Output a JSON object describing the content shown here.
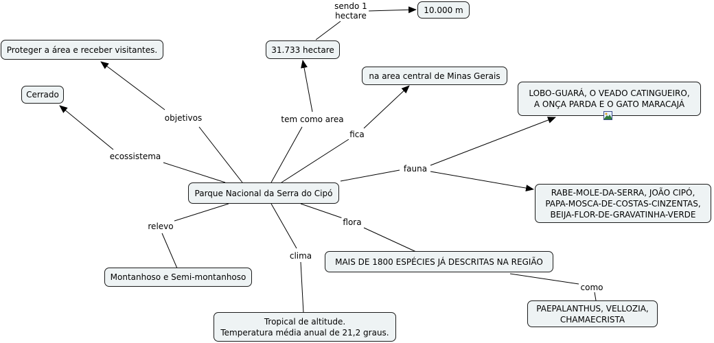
{
  "concepts": {
    "center": "Parque Nacional da Serra do Cipó",
    "cerrado": "Cerrado",
    "proteger": "Proteger a área e receber visitantes.",
    "area": "31.733 hectare",
    "metros": "10.000 m",
    "minas": "na area central de Minas Gerais",
    "fauna1": "LOBO-GUARÁ, O VEADO CATINGUEIRO,\nA ONÇA PARDA E O GATO MARACAJÁ",
    "fauna2": "RABE-MOLE-DA-SERRA, JOÃO CIPÓ,\nPAPA-MOSCA-DE-COSTAS-CINZENTAS,\nBEIJA-FLOR-DE-GRAVATINHA-VERDE",
    "flora": "MAIS DE 1800 ESPÉCIES JÁ DESCRITAS NA REGIÃO",
    "flora_ex": "PAEPALANTHUS, VELLOZIA,\nCHAMAECRISTA",
    "relevo": "Montanhoso e Semi-montanhoso",
    "clima": "Tropical de altitude.\nTemperatura média anual de 21,2 graus."
  },
  "links": {
    "ecossistema": "ecossistema",
    "objetivos": "objetivos",
    "tem_como_area": "tem como area",
    "sendo": "sendo 1\nhectare",
    "fica": "fica",
    "fauna": "fauna",
    "flora": "flora",
    "como": "como",
    "relevo": "relevo",
    "clima": "clima"
  },
  "icons": {
    "fauna_image": "image-icon"
  }
}
